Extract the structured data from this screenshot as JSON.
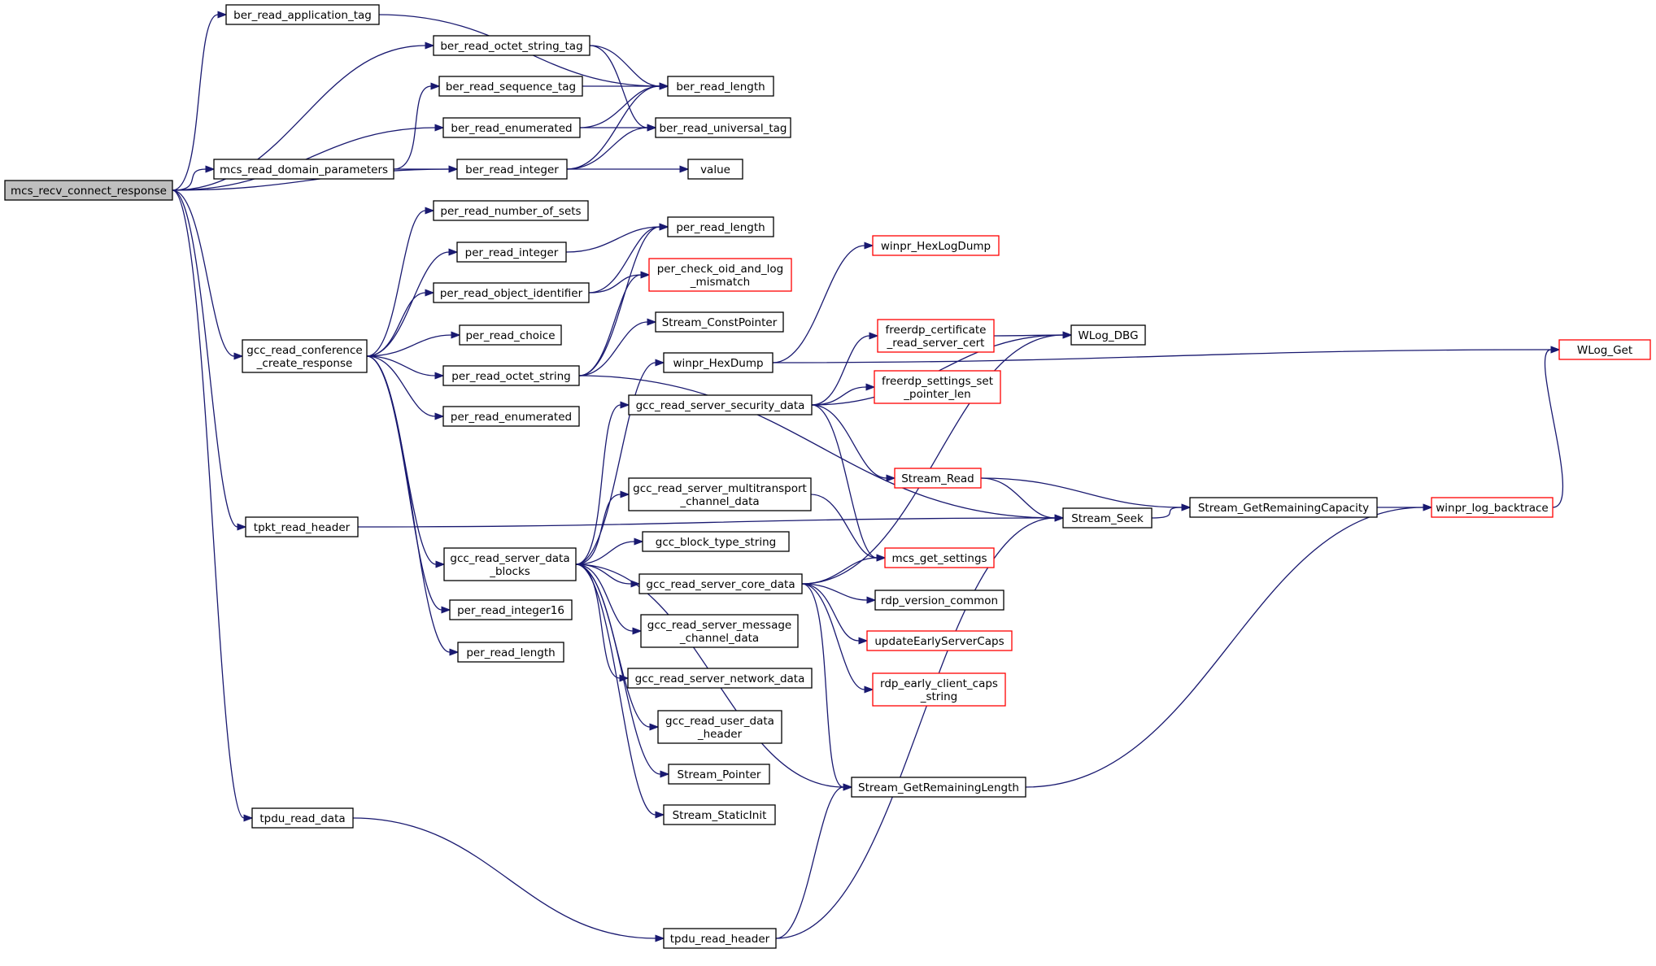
{
  "diagram": {
    "nodes": [
      {
        "id": "mcs_recv_connect_response",
        "lines": [
          "mcs_recv_connect_response"
        ],
        "style": "root"
      },
      {
        "id": "ber_read_application_tag",
        "lines": [
          "ber_read_application_tag"
        ]
      },
      {
        "id": "ber_read_octet_string_tag",
        "lines": [
          "ber_read_octet_string_tag"
        ]
      },
      {
        "id": "ber_read_sequence_tag",
        "lines": [
          "ber_read_sequence_tag"
        ]
      },
      {
        "id": "ber_read_enumerated",
        "lines": [
          "ber_read_enumerated"
        ]
      },
      {
        "id": "mcs_read_domain_parameters",
        "lines": [
          "mcs_read_domain_parameters"
        ]
      },
      {
        "id": "ber_read_integer",
        "lines": [
          "ber_read_integer"
        ]
      },
      {
        "id": "ber_read_length",
        "lines": [
          "ber_read_length"
        ]
      },
      {
        "id": "ber_read_universal_tag",
        "lines": [
          "ber_read_universal_tag"
        ]
      },
      {
        "id": "value",
        "lines": [
          "value"
        ]
      },
      {
        "id": "per_read_number_of_sets",
        "lines": [
          "per_read_number_of_sets"
        ]
      },
      {
        "id": "per_read_integer",
        "lines": [
          "per_read_integer"
        ]
      },
      {
        "id": "per_read_object_identifier",
        "lines": [
          "per_read_object_identifier"
        ]
      },
      {
        "id": "per_read_choice",
        "lines": [
          "per_read_choice"
        ]
      },
      {
        "id": "per_read_octet_string",
        "lines": [
          "per_read_octet_string"
        ]
      },
      {
        "id": "per_read_enumerated",
        "lines": [
          "per_read_enumerated"
        ]
      },
      {
        "id": "per_read_length",
        "lines": [
          "per_read_length"
        ]
      },
      {
        "id": "per_check_oid_and_log_mismatch",
        "lines": [
          "per_check_oid_and_log",
          "_mismatch"
        ],
        "style": "red"
      },
      {
        "id": "Stream_ConstPointer",
        "lines": [
          "Stream_ConstPointer"
        ]
      },
      {
        "id": "gcc_read_conference_create_response",
        "lines": [
          "gcc_read_conference",
          "_create_response"
        ]
      },
      {
        "id": "winpr_HexDump",
        "lines": [
          "winpr_HexDump"
        ]
      },
      {
        "id": "winpr_HexLogDump",
        "lines": [
          "winpr_HexLogDump"
        ],
        "style": "red"
      },
      {
        "id": "gcc_read_server_security_data",
        "lines": [
          "gcc_read_server_security_data"
        ]
      },
      {
        "id": "freerdp_certificate_read_server_cert",
        "lines": [
          "freerdp_certificate",
          "_read_server_cert"
        ],
        "style": "red"
      },
      {
        "id": "WLog_DBG",
        "lines": [
          "WLog_DBG"
        ]
      },
      {
        "id": "WLog_Get",
        "lines": [
          "WLog_Get"
        ],
        "style": "red"
      },
      {
        "id": "freerdp_settings_set_pointer_len",
        "lines": [
          "freerdp_settings_set",
          "_pointer_len"
        ],
        "style": "red"
      },
      {
        "id": "Stream_Read",
        "lines": [
          "Stream_Read"
        ],
        "style": "red"
      },
      {
        "id": "Stream_GetRemainingCapacity",
        "lines": [
          "Stream_GetRemainingCapacity"
        ]
      },
      {
        "id": "winpr_log_backtrace",
        "lines": [
          "winpr_log_backtrace"
        ],
        "style": "red"
      },
      {
        "id": "Stream_Seek",
        "lines": [
          "Stream_Seek"
        ]
      },
      {
        "id": "gcc_read_server_multitransport_channel_data",
        "lines": [
          "gcc_read_server_multitransport",
          "_channel_data"
        ]
      },
      {
        "id": "tpkt_read_header",
        "lines": [
          "tpkt_read_header"
        ]
      },
      {
        "id": "gcc_read_server_data_blocks",
        "lines": [
          "gcc_read_server_data",
          "_blocks"
        ]
      },
      {
        "id": "gcc_block_type_string",
        "lines": [
          "gcc_block_type_string"
        ]
      },
      {
        "id": "mcs_get_settings",
        "lines": [
          "mcs_get_settings"
        ],
        "style": "red"
      },
      {
        "id": "gcc_read_server_core_data",
        "lines": [
          "gcc_read_server_core_data"
        ]
      },
      {
        "id": "rdp_version_common",
        "lines": [
          "rdp_version_common"
        ]
      },
      {
        "id": "per_read_integer16",
        "lines": [
          "per_read_integer16"
        ]
      },
      {
        "id": "updateEarlyServerCaps",
        "lines": [
          "updateEarlyServerCaps"
        ],
        "style": "red"
      },
      {
        "id": "gcc_read_server_message_channel_data",
        "lines": [
          "gcc_read_server_message",
          "_channel_data"
        ]
      },
      {
        "id": "per_read_length_2",
        "lines": [
          "per_read_length"
        ]
      },
      {
        "id": "rdp_early_client_caps_string",
        "lines": [
          "rdp_early_client_caps",
          "_string"
        ],
        "style": "red"
      },
      {
        "id": "gcc_read_server_network_data",
        "lines": [
          "gcc_read_server_network_data"
        ]
      },
      {
        "id": "gcc_read_user_data_header",
        "lines": [
          "gcc_read_user_data",
          "_header"
        ]
      },
      {
        "id": "Stream_Pointer",
        "lines": [
          "Stream_Pointer"
        ]
      },
      {
        "id": "Stream_GetRemainingLength",
        "lines": [
          "Stream_GetRemainingLength"
        ]
      },
      {
        "id": "tpdu_read_data",
        "lines": [
          "tpdu_read_data"
        ]
      },
      {
        "id": "Stream_StaticInit",
        "lines": [
          "Stream_StaticInit"
        ]
      },
      {
        "id": "tpdu_read_header",
        "lines": [
          "tpdu_read_header"
        ]
      }
    ],
    "edges": [
      [
        "mcs_recv_connect_response",
        "ber_read_application_tag"
      ],
      [
        "mcs_recv_connect_response",
        "ber_read_octet_string_tag"
      ],
      [
        "mcs_recv_connect_response",
        "ber_read_enumerated"
      ],
      [
        "mcs_recv_connect_response",
        "mcs_read_domain_parameters"
      ],
      [
        "mcs_recv_connect_response",
        "ber_read_integer"
      ],
      [
        "mcs_recv_connect_response",
        "gcc_read_conference_create_response"
      ],
      [
        "mcs_recv_connect_response",
        "tpkt_read_header"
      ],
      [
        "mcs_recv_connect_response",
        "tpdu_read_data"
      ],
      [
        "ber_read_application_tag",
        "ber_read_length"
      ],
      [
        "ber_read_octet_string_tag",
        "ber_read_length"
      ],
      [
        "ber_read_octet_string_tag",
        "ber_read_universal_tag"
      ],
      [
        "ber_read_sequence_tag",
        "ber_read_length"
      ],
      [
        "ber_read_enumerated",
        "ber_read_length"
      ],
      [
        "ber_read_enumerated",
        "ber_read_universal_tag"
      ],
      [
        "mcs_read_domain_parameters",
        "ber_read_sequence_tag"
      ],
      [
        "mcs_read_domain_parameters",
        "ber_read_integer"
      ],
      [
        "ber_read_integer",
        "ber_read_length"
      ],
      [
        "ber_read_integer",
        "ber_read_universal_tag"
      ],
      [
        "ber_read_integer",
        "value"
      ],
      [
        "gcc_read_conference_create_response",
        "per_read_number_of_sets"
      ],
      [
        "gcc_read_conference_create_response",
        "per_read_integer"
      ],
      [
        "gcc_read_conference_create_response",
        "per_read_object_identifier"
      ],
      [
        "gcc_read_conference_create_response",
        "per_read_choice"
      ],
      [
        "gcc_read_conference_create_response",
        "per_read_octet_string"
      ],
      [
        "gcc_read_conference_create_response",
        "per_read_enumerated"
      ],
      [
        "gcc_read_conference_create_response",
        "gcc_read_server_data_blocks"
      ],
      [
        "gcc_read_conference_create_response",
        "per_read_integer16"
      ],
      [
        "gcc_read_conference_create_response",
        "per_read_length_2"
      ],
      [
        "per_read_integer",
        "per_read_length"
      ],
      [
        "per_read_object_identifier",
        "per_read_length"
      ],
      [
        "per_read_object_identifier",
        "per_check_oid_and_log_mismatch"
      ],
      [
        "per_read_octet_string",
        "per_read_length"
      ],
      [
        "per_read_octet_string",
        "per_check_oid_and_log_mismatch"
      ],
      [
        "per_read_octet_string",
        "Stream_ConstPointer"
      ],
      [
        "per_read_octet_string",
        "Stream_Seek"
      ],
      [
        "winpr_HexDump",
        "winpr_HexLogDump"
      ],
      [
        "winpr_HexDump",
        "WLog_Get"
      ],
      [
        "gcc_read_server_security_data",
        "WLog_DBG"
      ],
      [
        "gcc_read_server_security_data",
        "freerdp_certificate_read_server_cert"
      ],
      [
        "gcc_read_server_security_data",
        "freerdp_settings_set_pointer_len"
      ],
      [
        "gcc_read_server_security_data",
        "Stream_Read"
      ],
      [
        "gcc_read_server_security_data",
        "mcs_get_settings"
      ],
      [
        "freerdp_certificate_read_server_cert",
        "WLog_DBG"
      ],
      [
        "Stream_Read",
        "Stream_Seek"
      ],
      [
        "Stream_Read",
        "Stream_GetRemainingCapacity"
      ],
      [
        "Stream_Seek",
        "Stream_GetRemainingCapacity"
      ],
      [
        "Stream_GetRemainingCapacity",
        "winpr_log_backtrace"
      ],
      [
        "winpr_log_backtrace",
        "WLog_Get"
      ],
      [
        "gcc_read_server_data_blocks",
        "winpr_HexDump"
      ],
      [
        "gcc_read_server_data_blocks",
        "gcc_read_server_security_data"
      ],
      [
        "gcc_read_server_data_blocks",
        "gcc_read_server_multitransport_channel_data"
      ],
      [
        "gcc_read_server_data_blocks",
        "gcc_block_type_string"
      ],
      [
        "gcc_read_server_data_blocks",
        "gcc_read_server_core_data"
      ],
      [
        "gcc_read_server_data_blocks",
        "gcc_read_server_message_channel_data"
      ],
      [
        "gcc_read_server_data_blocks",
        "gcc_read_server_network_data"
      ],
      [
        "gcc_read_server_data_blocks",
        "gcc_read_user_data_header"
      ],
      [
        "gcc_read_server_data_blocks",
        "Stream_Pointer"
      ],
      [
        "gcc_read_server_data_blocks",
        "Stream_StaticInit"
      ],
      [
        "gcc_read_server_data_blocks",
        "Stream_GetRemainingLength"
      ],
      [
        "gcc_read_server_multitransport_channel_data",
        "mcs_get_settings"
      ],
      [
        "gcc_read_server_core_data",
        "mcs_get_settings"
      ],
      [
        "gcc_read_server_core_data",
        "rdp_version_common"
      ],
      [
        "gcc_read_server_core_data",
        "updateEarlyServerCaps"
      ],
      [
        "gcc_read_server_core_data",
        "rdp_early_client_caps_string"
      ],
      [
        "gcc_read_server_core_data",
        "Stream_GetRemainingLength"
      ],
      [
        "gcc_read_server_core_data",
        "WLog_DBG"
      ],
      [
        "Stream_GetRemainingLength",
        "winpr_log_backtrace"
      ],
      [
        "tpkt_read_header",
        "Stream_Seek"
      ],
      [
        "tpdu_read_data",
        "tpdu_read_header"
      ],
      [
        "tpdu_read_header",
        "Stream_GetRemainingLength"
      ],
      [
        "tpdu_read_header",
        "Stream_Seek"
      ]
    ]
  }
}
